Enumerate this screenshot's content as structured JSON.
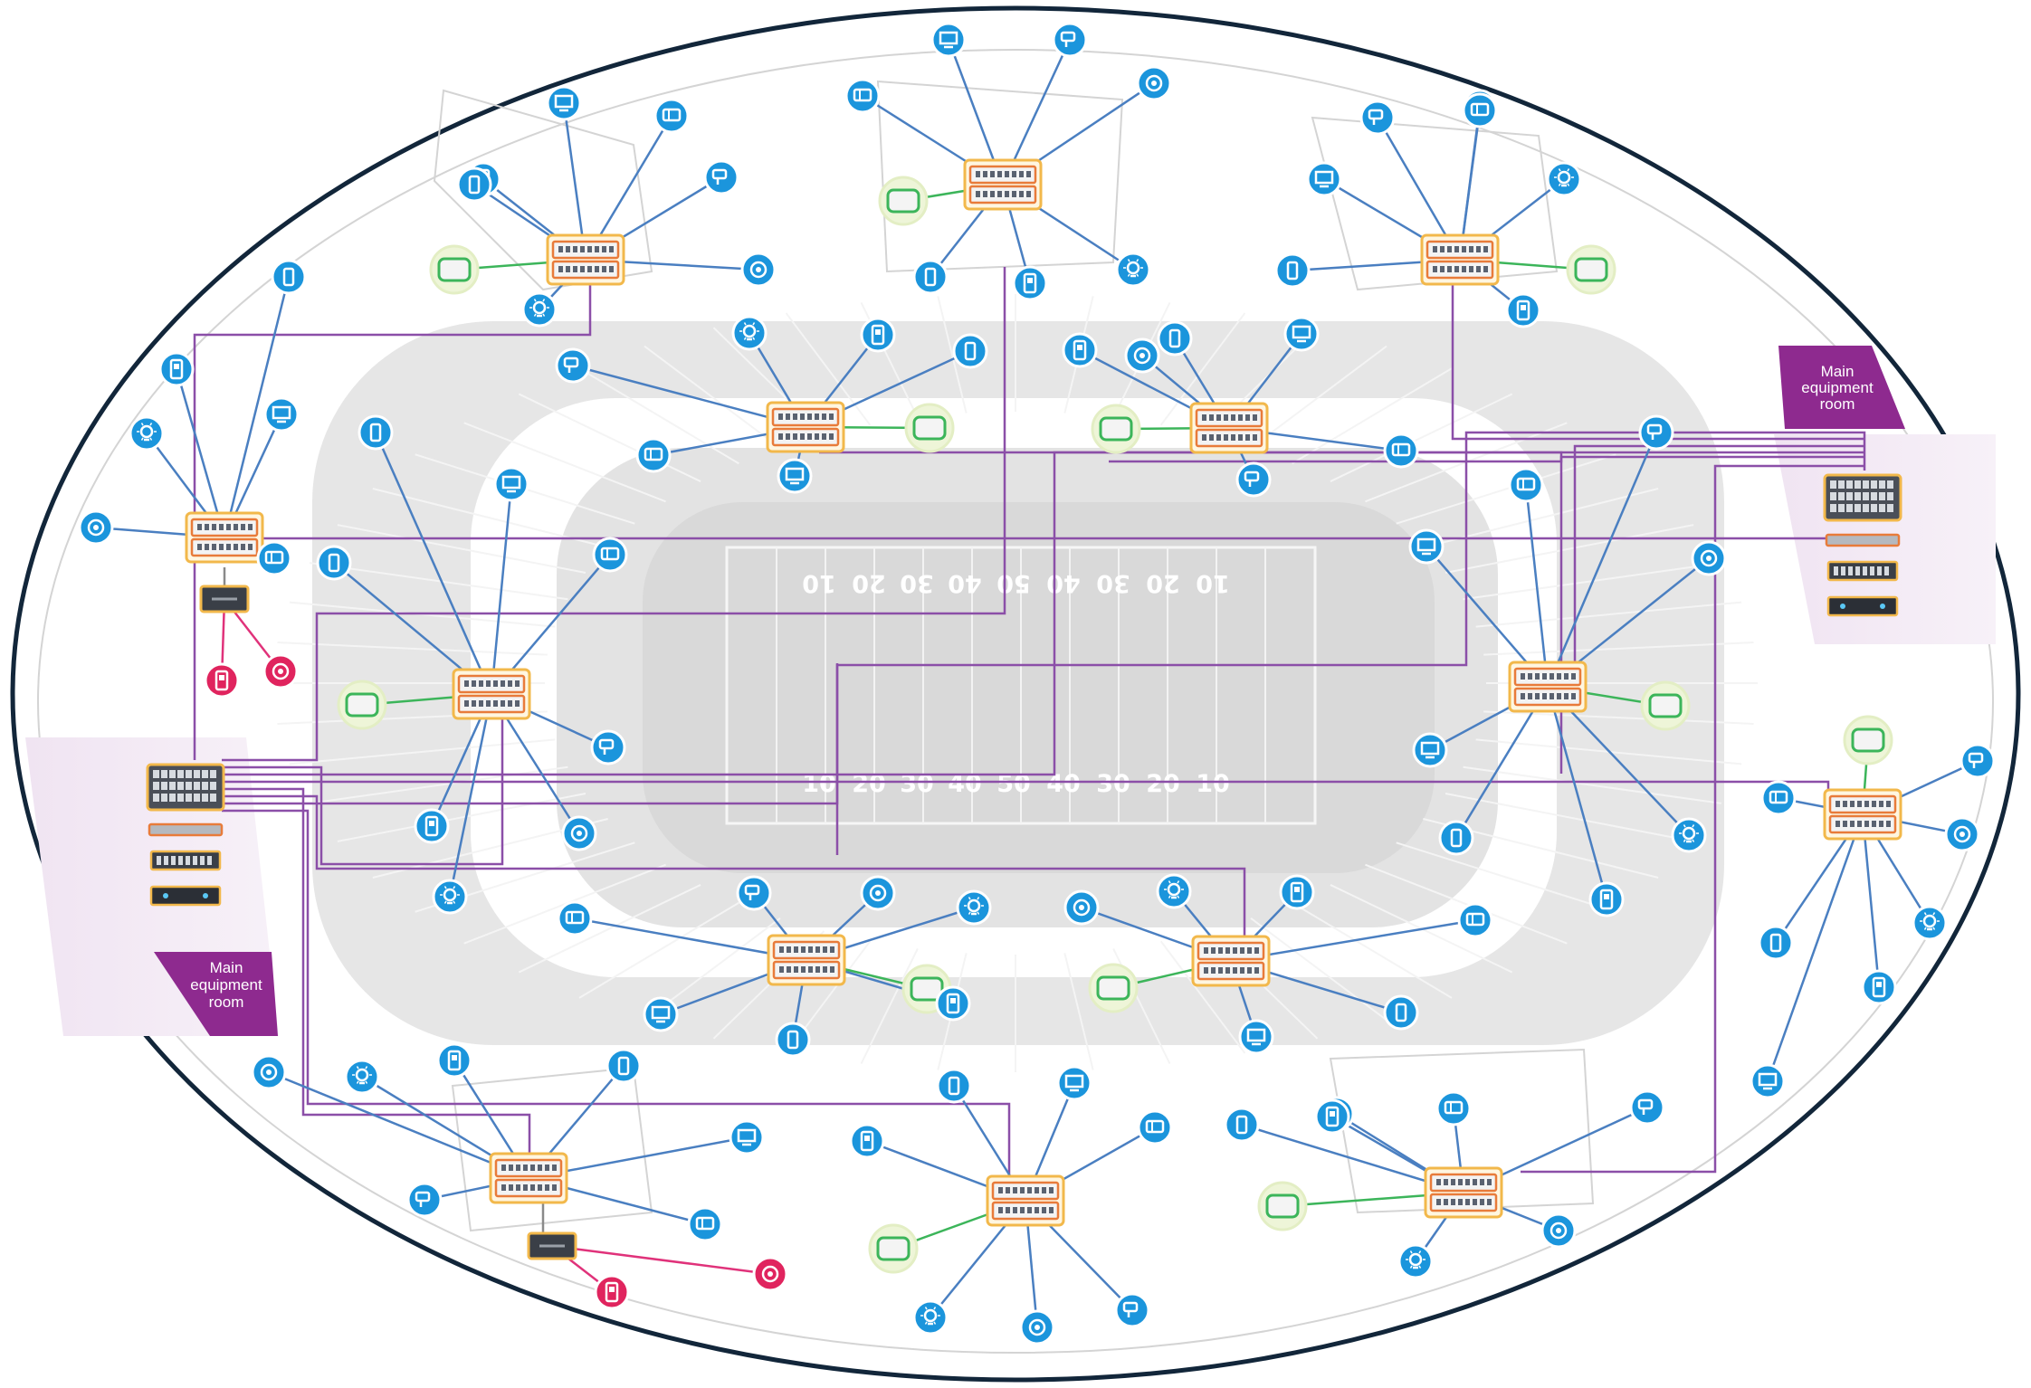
{
  "legend_rooms": [
    {
      "label": [
        "Main",
        "equipment",
        "room"
      ]
    },
    {
      "label": [
        "Main",
        "equipment",
        "room"
      ]
    }
  ],
  "yard_numbers_top": [
    "10",
    "20",
    "30",
    "40",
    "50",
    "40",
    "30",
    "20",
    "10"
  ],
  "yard_numbers_bottom": [
    "10",
    "20",
    "30",
    "40",
    "50",
    "40",
    "30",
    "20",
    "10"
  ],
  "colors": {
    "backbone": "#8b4fa8",
    "spoke": "#4a7fc1",
    "ap_link": "#3cb55a",
    "poe_link": "#e0327a",
    "endpoint": "#1b95dc",
    "endpoint_poe": "#e0245e",
    "room": "#8e2a8f",
    "border": "#12263a"
  },
  "icon_types": [
    "monitor-icon",
    "phone-icon",
    "camera-icon",
    "sensor-icon",
    "bulb-icon",
    "door-phone-icon",
    "mobile-icon"
  ]
}
